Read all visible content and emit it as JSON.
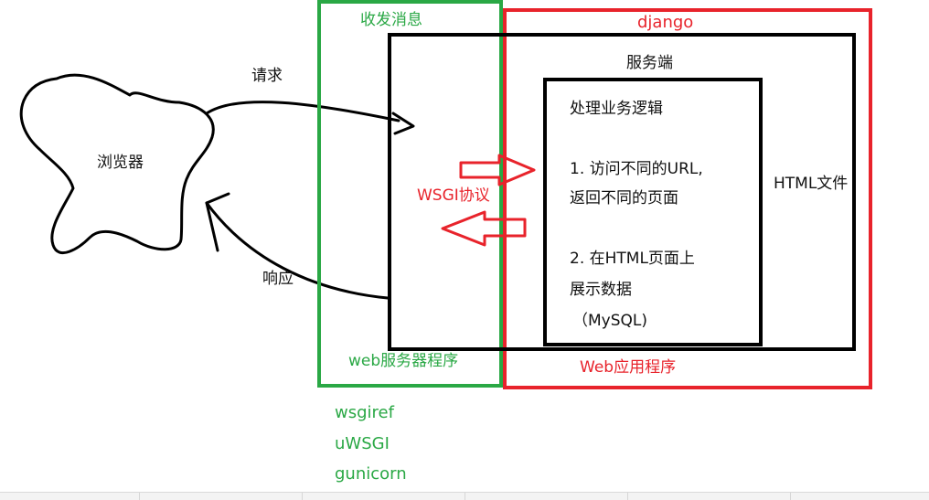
{
  "labels": {
    "browser": "浏览器",
    "request": "请求",
    "response": "响应",
    "send_receive": "收发消息",
    "django": "django",
    "server_side": "服务端",
    "business_logic": "处理业务逻辑",
    "step1_line1": "1. 访问不同的URL,",
    "step1_line2": "返回不同的页面",
    "step2_line1": "2. 在HTML页面上",
    "step2_line2": "展示数据",
    "step2_line3": "（MySQL)",
    "html_file": "HTML文件",
    "wsgi_protocol": "WSGI协议",
    "web_server_program": "web服务器程序",
    "web_app_program": "Web应用程序"
  },
  "servers": [
    "wsgiref",
    "uWSGI",
    "gunicorn"
  ],
  "colors": {
    "green": "#2aa845",
    "red": "#e8232b",
    "black": "#111111"
  }
}
